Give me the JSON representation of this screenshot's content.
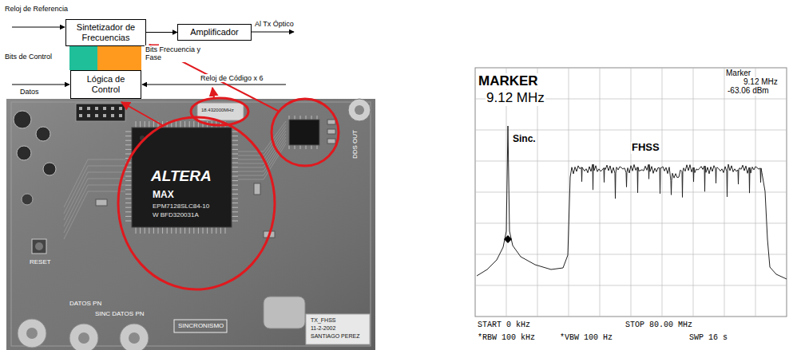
{
  "diagram": {
    "nodes": [
      {
        "text": [
          "Sintetizador de Frecuencias"
        ]
      },
      {
        "text": [
          "Amplificador"
        ]
      },
      {
        "text": [
          "Lógica de Control"
        ]
      }
    ],
    "edges": [
      {
        "from": 0,
        "to": 1,
        "arrow": "to"
      }
    ],
    "labels": [
      "Reloj de Referencia",
      "Al Tx Óptico",
      "Bits de Control",
      "Bits Frecuencia y Fase",
      "Datos",
      "Reloj de Código x 6",
      "ALTERA",
      "MAX",
      "EPM7128SLC84-10",
      "W BFD320031A",
      "18.432000MHz",
      "RESET",
      "DATOS PN",
      "SINC DATOS PN",
      "SINCRONISMO",
      "TX_FHSS",
      "11-2-2002",
      "SANTIAGO PEREZ",
      "DDS OUT",
      "MARKER",
      "9.12 MHz",
      "Marker",
      "9.12 MHz",
      "-63.06 dBm",
      "Sinc.",
      "FHSS",
      "START 0 kHz",
      "STOP 80.00 MHz",
      "*RBW 100 kHz",
      "*VBW 100 Hz",
      "SWP 16 s"
    ]
  }
}
